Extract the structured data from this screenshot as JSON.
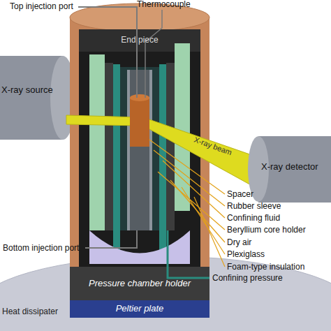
{
  "diagram": {
    "nodes": [
      {
        "text": [
          "End piece"
        ]
      },
      {
        "text": [
          "X-ray source"
        ]
      },
      {
        "text": [
          "X-ray beam"
        ]
      },
      {
        "text": [
          "X-ray detector"
        ]
      },
      {
        "text": [
          "Pressure chamber holder"
        ]
      },
      {
        "text": [
          "Peltier plate"
        ]
      },
      {
        "text": [
          "Heat dissipater"
        ]
      }
    ],
    "labels": [
      "Top injection port",
      "Thermocouple",
      "Spacer",
      "Rubber sleeve",
      "Confining fluid",
      "Beryllium core holder",
      "Dry air",
      "Plexiglass",
      "Foam-type insulation",
      "Bottom injection port",
      "Confining pressure"
    ]
  }
}
